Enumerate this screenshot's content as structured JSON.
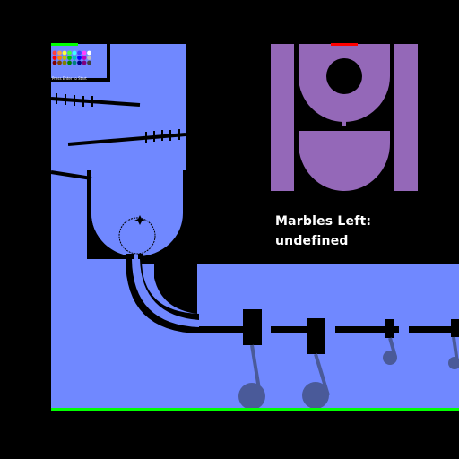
{
  "hud": {
    "marbles_left_label": "Marbles Left:",
    "marbles_left_value": "undefined",
    "press_hint": "Press Enter to Start"
  },
  "colors": {
    "background": "#000000",
    "play_area": "#7088ff",
    "preview_panel": "#9468b8",
    "floor_line": "#00ff00",
    "pendulum_bob": "#4a5a99",
    "top_marker": "#ff0000",
    "wall": "#000000"
  },
  "palette_swatches": [
    "#ff4040",
    "#ffa040",
    "#ffff40",
    "#40ff40",
    "#40ffff",
    "#4040ff",
    "#ff40ff",
    "#ffffff",
    "#ff0000",
    "#ff8000",
    "#c0c000",
    "#00c000",
    "#00c0c0",
    "#0000ff",
    "#c000c0",
    "#c0c0c0",
    "#800000",
    "#804000",
    "#808000",
    "#008000",
    "#008080",
    "#000080",
    "#800080",
    "#404040"
  ]
}
